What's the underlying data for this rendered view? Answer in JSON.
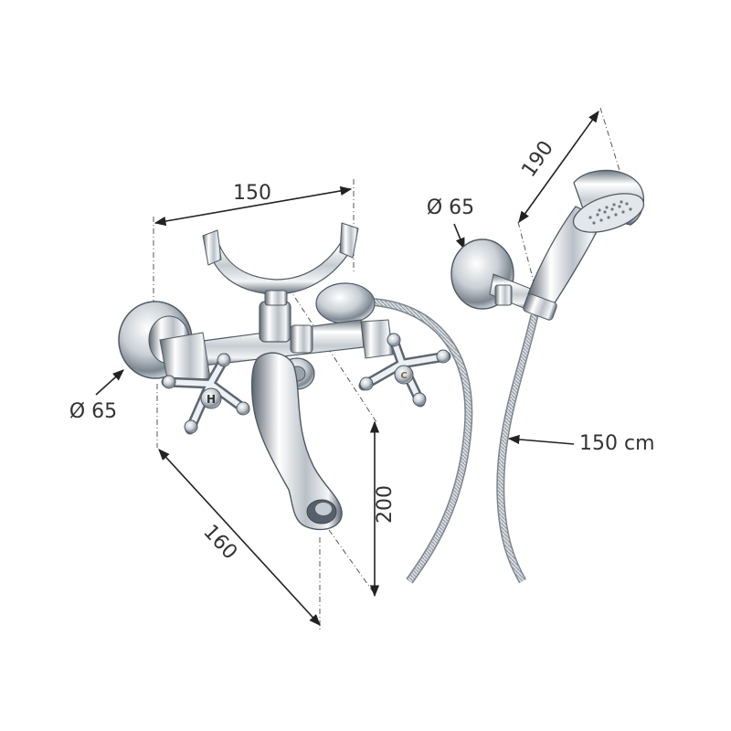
{
  "dimensions": {
    "spout_to_center_width": "150",
    "left_flange_diameter": "Ø 65",
    "wall_projection": "160",
    "height": "200",
    "shower_holder_diameter": "Ø 65",
    "hand_shower_length": "190",
    "hose_length": "150 cm"
  },
  "colors": {
    "chrome_light": "#f4f6f8",
    "chrome_mid": "#b9c0c7",
    "chrome_dark": "#5d6670",
    "line": "#222222",
    "text": "#333333"
  },
  "icons": {
    "hot_cap": "H",
    "cold_cap": "C"
  }
}
